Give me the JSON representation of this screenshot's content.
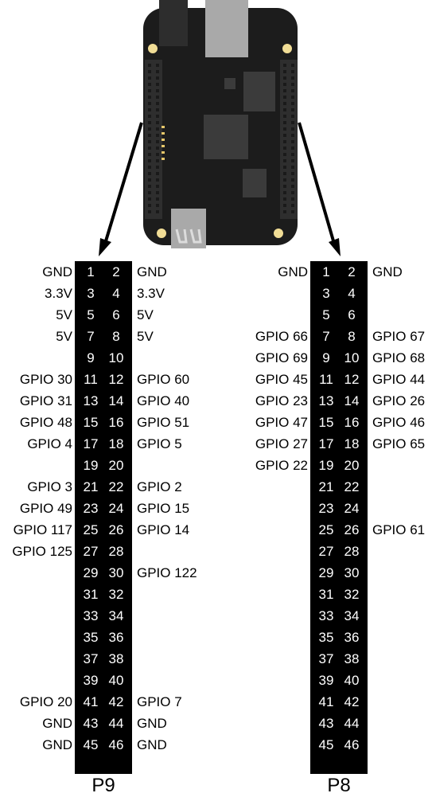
{
  "colors": {
    "board": "#1c1c1c",
    "header_strip": "#2e2e2e",
    "chip": "#3b3b3b",
    "ethernet": "#a9a9a9",
    "mount_hole": "#f1dd96",
    "pin_block": "#000000",
    "pin_text": "#ffffff",
    "arrow": "#000000"
  },
  "headers": [
    {
      "id": "p9",
      "name": "P9",
      "rows": [
        {
          "pins": [
            "1",
            "2"
          ],
          "left": "GND",
          "right": "GND"
        },
        {
          "pins": [
            "3",
            "4"
          ],
          "left": "3.3V",
          "right": "3.3V"
        },
        {
          "pins": [
            "5",
            "6"
          ],
          "left": "5V",
          "right": "5V"
        },
        {
          "pins": [
            "7",
            "8"
          ],
          "left": "5V",
          "right": "5V"
        },
        {
          "pins": [
            "9",
            "10"
          ],
          "left": "",
          "right": ""
        },
        {
          "pins": [
            "11",
            "12"
          ],
          "left": "GPIO 30",
          "right": "GPIO 60"
        },
        {
          "pins": [
            "13",
            "14"
          ],
          "left": "GPIO 31",
          "right": "GPIO 40"
        },
        {
          "pins": [
            "15",
            "16"
          ],
          "left": "GPIO 48",
          "right": "GPIO 51"
        },
        {
          "pins": [
            "17",
            "18"
          ],
          "left": "GPIO 4",
          "right": "GPIO 5"
        },
        {
          "pins": [
            "19",
            "20"
          ],
          "left": "",
          "right": ""
        },
        {
          "pins": [
            "21",
            "22"
          ],
          "left": "GPIO 3",
          "right": "GPIO 2"
        },
        {
          "pins": [
            "23",
            "24"
          ],
          "left": "GPIO 49",
          "right": "GPIO 15"
        },
        {
          "pins": [
            "25",
            "26"
          ],
          "left": "GPIO 117",
          "right": "GPIO 14"
        },
        {
          "pins": [
            "27",
            "28"
          ],
          "left": "GPIO 125",
          "right": ""
        },
        {
          "pins": [
            "29",
            "30"
          ],
          "left": "",
          "right": "GPIO 122"
        },
        {
          "pins": [
            "31",
            "32"
          ],
          "left": "",
          "right": ""
        },
        {
          "pins": [
            "33",
            "34"
          ],
          "left": "",
          "right": ""
        },
        {
          "pins": [
            "35",
            "36"
          ],
          "left": "",
          "right": ""
        },
        {
          "pins": [
            "37",
            "38"
          ],
          "left": "",
          "right": ""
        },
        {
          "pins": [
            "39",
            "40"
          ],
          "left": "",
          "right": ""
        },
        {
          "pins": [
            "41",
            "42"
          ],
          "left": "GPIO 20",
          "right": "GPIO 7"
        },
        {
          "pins": [
            "43",
            "44"
          ],
          "left": "GND",
          "right": "GND"
        },
        {
          "pins": [
            "45",
            "46"
          ],
          "left": "GND",
          "right": "GND"
        }
      ]
    },
    {
      "id": "p8",
      "name": "P8",
      "rows": [
        {
          "pins": [
            "1",
            "2"
          ],
          "left": "GND",
          "right": "GND"
        },
        {
          "pins": [
            "3",
            "4"
          ],
          "left": "",
          "right": ""
        },
        {
          "pins": [
            "5",
            "6"
          ],
          "left": "",
          "right": ""
        },
        {
          "pins": [
            "7",
            "8"
          ],
          "left": "GPIO 66",
          "right": "GPIO 67"
        },
        {
          "pins": [
            "9",
            "10"
          ],
          "left": "GPIO 69",
          "right": "GPIO 68"
        },
        {
          "pins": [
            "11",
            "12"
          ],
          "left": "GPIO 45",
          "right": "GPIO 44"
        },
        {
          "pins": [
            "13",
            "14"
          ],
          "left": "GPIO 23",
          "right": "GPIO 26"
        },
        {
          "pins": [
            "15",
            "16"
          ],
          "left": "GPIO 47",
          "right": "GPIO 46"
        },
        {
          "pins": [
            "17",
            "18"
          ],
          "left": "GPIO 27",
          "right": "GPIO 65"
        },
        {
          "pins": [
            "19",
            "20"
          ],
          "left": "GPIO 22",
          "right": ""
        },
        {
          "pins": [
            "21",
            "22"
          ],
          "left": "",
          "right": ""
        },
        {
          "pins": [
            "23",
            "24"
          ],
          "left": "",
          "right": ""
        },
        {
          "pins": [
            "25",
            "26"
          ],
          "left": "",
          "right": "GPIO 61"
        },
        {
          "pins": [
            "27",
            "28"
          ],
          "left": "",
          "right": ""
        },
        {
          "pins": [
            "29",
            "30"
          ],
          "left": "",
          "right": ""
        },
        {
          "pins": [
            "31",
            "32"
          ],
          "left": "",
          "right": ""
        },
        {
          "pins": [
            "33",
            "34"
          ],
          "left": "",
          "right": ""
        },
        {
          "pins": [
            "35",
            "36"
          ],
          "left": "",
          "right": ""
        },
        {
          "pins": [
            "37",
            "38"
          ],
          "left": "",
          "right": ""
        },
        {
          "pins": [
            "39",
            "40"
          ],
          "left": "",
          "right": ""
        },
        {
          "pins": [
            "41",
            "42"
          ],
          "left": "",
          "right": ""
        },
        {
          "pins": [
            "43",
            "44"
          ],
          "left": "",
          "right": ""
        },
        {
          "pins": [
            "45",
            "46"
          ],
          "left": "",
          "right": ""
        }
      ]
    }
  ]
}
